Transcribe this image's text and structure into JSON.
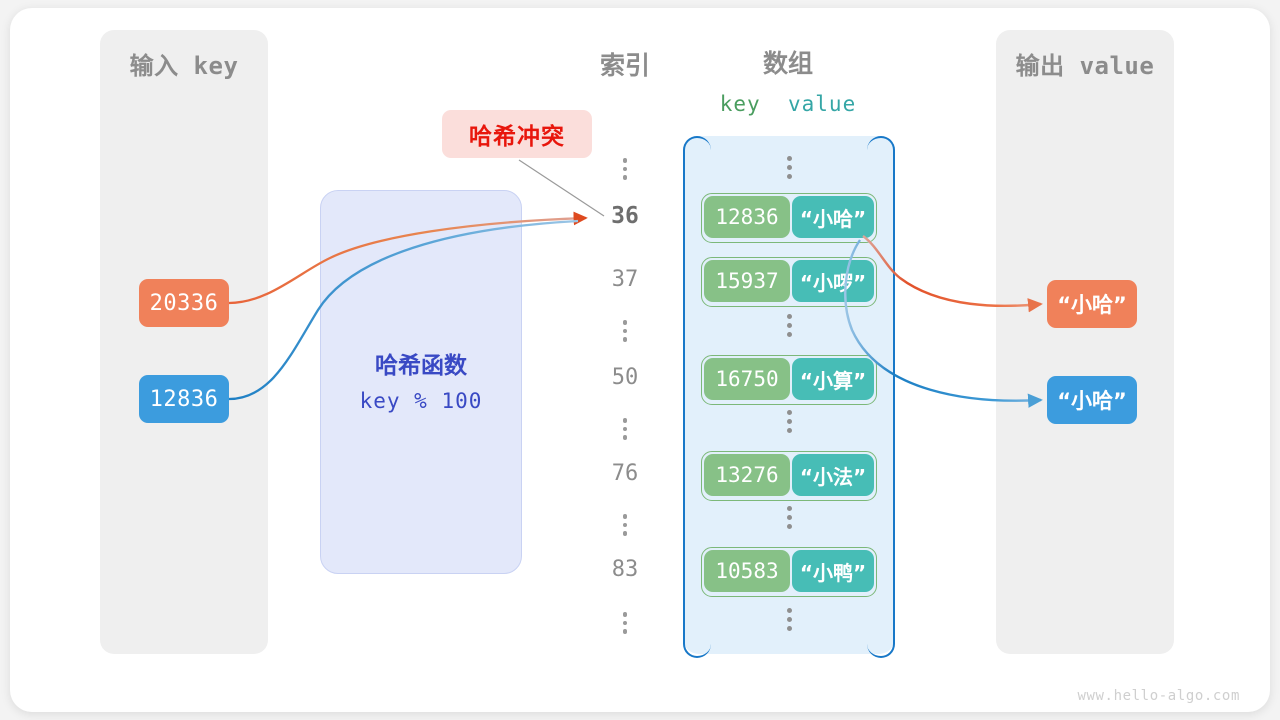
{
  "watermark": "www.hello-algo.com",
  "panels": {
    "input_title": "输入 key",
    "output_title": "输出 value"
  },
  "headings": {
    "index": "索引",
    "array": "数组",
    "key": "key",
    "value": "value"
  },
  "hash_function": {
    "title": "哈希函数",
    "expression": "key % 100"
  },
  "collision_badge": "哈希冲突",
  "input_keys": [
    {
      "label": "20336",
      "color": "#f0815a"
    },
    {
      "label": "12836",
      "color": "#3c9cde"
    }
  ],
  "output_values": [
    {
      "label": "“小哈”",
      "color": "#f0815a"
    },
    {
      "label": "“小哈”",
      "color": "#3c9cde"
    }
  ],
  "index_column": [
    {
      "type": "dots"
    },
    {
      "type": "index",
      "label": "36",
      "highlight": true
    },
    {
      "type": "index",
      "label": "37",
      "highlight": false
    },
    {
      "type": "dots"
    },
    {
      "type": "index",
      "label": "50",
      "highlight": false
    },
    {
      "type": "dots"
    },
    {
      "type": "index",
      "label": "76",
      "highlight": false
    },
    {
      "type": "dots"
    },
    {
      "type": "index",
      "label": "83",
      "highlight": false
    },
    {
      "type": "dots"
    }
  ],
  "array_slots": [
    {
      "key": "12836",
      "value": "“小哈”"
    },
    {
      "key": "15937",
      "value": "“小啰”"
    },
    {
      "key": "16750",
      "value": "“小算”"
    },
    {
      "key": "13276",
      "value": "“小法”"
    },
    {
      "key": "10583",
      "value": "“小鸭”"
    }
  ],
  "colors": {
    "key_cell": "#87c187",
    "value_cell": "#47bdb6",
    "array_bg": "#e2f0fb",
    "array_border": "#1878c8",
    "hash_bg": "#e3e8fa",
    "hash_text": "#3949c4",
    "collision_bg": "#fbdedb",
    "collision_text": "#e8160c",
    "panel_bg": "#efefef",
    "orange": "#f0815a",
    "blue": "#3c9cde"
  }
}
